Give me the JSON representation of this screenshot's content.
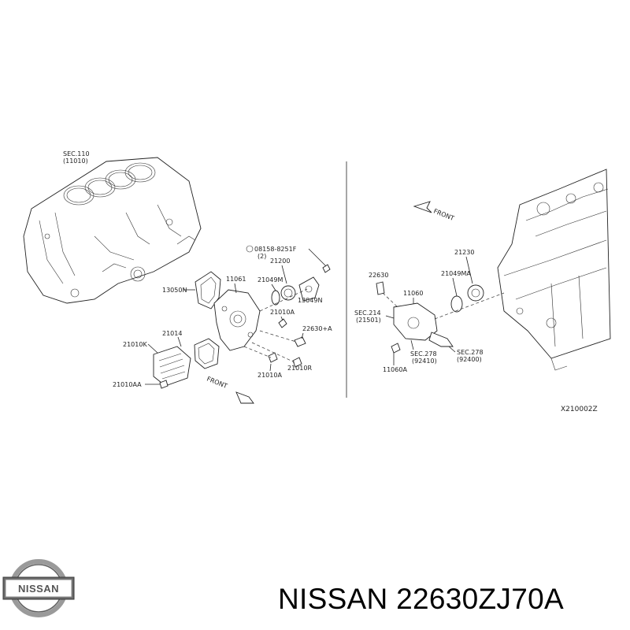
{
  "labels": {
    "sec110": "SEC.110",
    "sec110_ref": "(11010)",
    "bolt_ref": "08158-8251F",
    "bolt_qty": "(2)",
    "p21200": "21200",
    "p11061": "11061",
    "p13050N": "13050N",
    "p21049M": "21049M",
    "p13049N": "13049N",
    "p21010A_a": "21010A",
    "p22630A": "22630+A",
    "p21014": "21014",
    "p21010K": "21010K",
    "p21010R": "21010R",
    "p21010A_b": "21010A",
    "p21010AA": "21010AA",
    "front_left": "FRONT",
    "front_right": "FRONT",
    "p21230": "21230",
    "p21049MA": "21049MA",
    "p22630": "22630",
    "p11060": "11060",
    "sec214": "SEC.214",
    "sec214_ref": "(21501)",
    "sec278_a": "SEC.278",
    "sec278_a_ref": "(92410)",
    "sec278_b": "SEC.278",
    "sec278_b_ref": "(92400)",
    "p11060A": "11060A",
    "figure_code": "X210002Z"
  },
  "logo_text": "NISSAN",
  "brand_part": "NISSAN 22630ZJ70A"
}
